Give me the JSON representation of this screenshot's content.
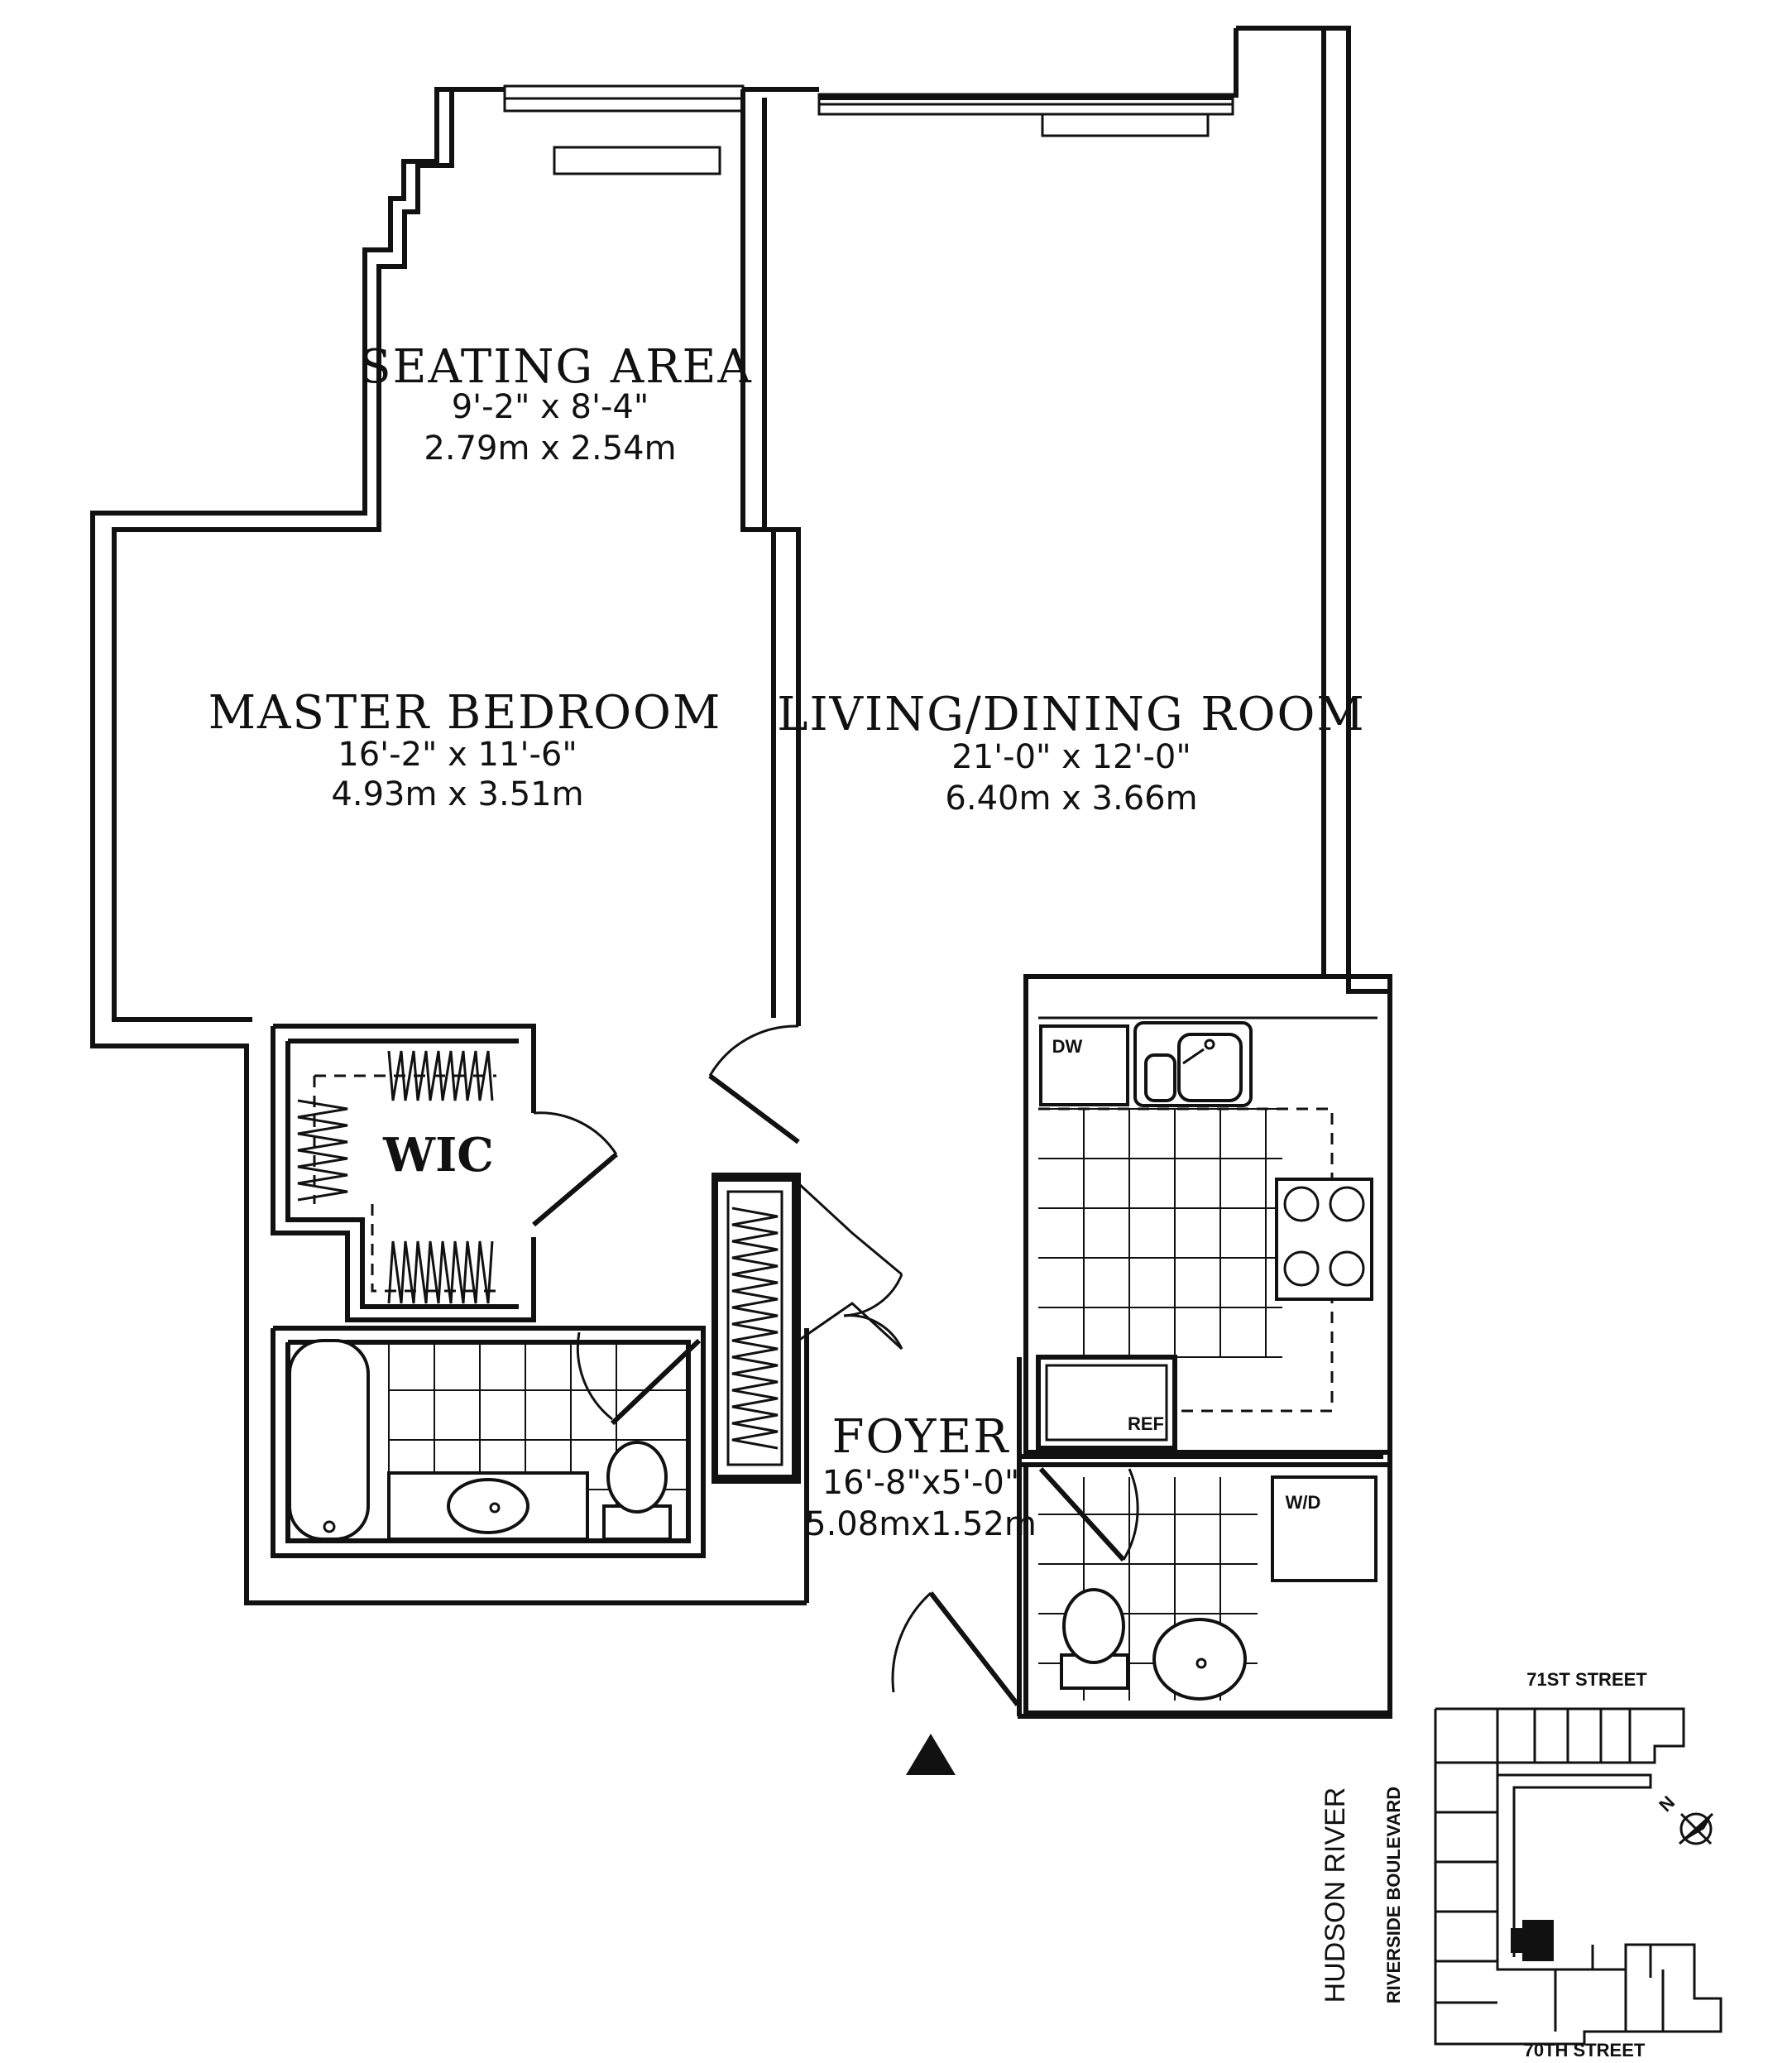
{
  "rooms": {
    "seating_area": {
      "name": "SEATING  AREA",
      "dim_ft": "9'-2\" x 8'-4\"",
      "dim_m": "2.79m x 2.54m"
    },
    "master_bedroom": {
      "name": "MASTER  BEDROOM",
      "dim_ft": "16'-2\" x 11'-6\"",
      "dim_m": "4.93m x 3.51m"
    },
    "living_dining": {
      "name": "LIVING/DINING  ROOM",
      "dim_ft": "21'-0\" x 12'-0\"",
      "dim_m": "6.40m x 3.66m"
    },
    "foyer": {
      "name": "FOYER",
      "dim_ft": "16'-8\"x5'-0\"",
      "dim_m": "5.08mx1.52m"
    },
    "wic": {
      "name": "WIC"
    }
  },
  "fixtures": {
    "dishwasher": "DW",
    "refrigerator": "REF",
    "washer_dryer": "W/D"
  },
  "key_plan": {
    "north_street": "71ST STREET",
    "south_street": "70TH STREET",
    "river": "HUDSON RIVER",
    "boulevard": "RIVERSIDE BOULEVARD",
    "north_label": "N"
  }
}
